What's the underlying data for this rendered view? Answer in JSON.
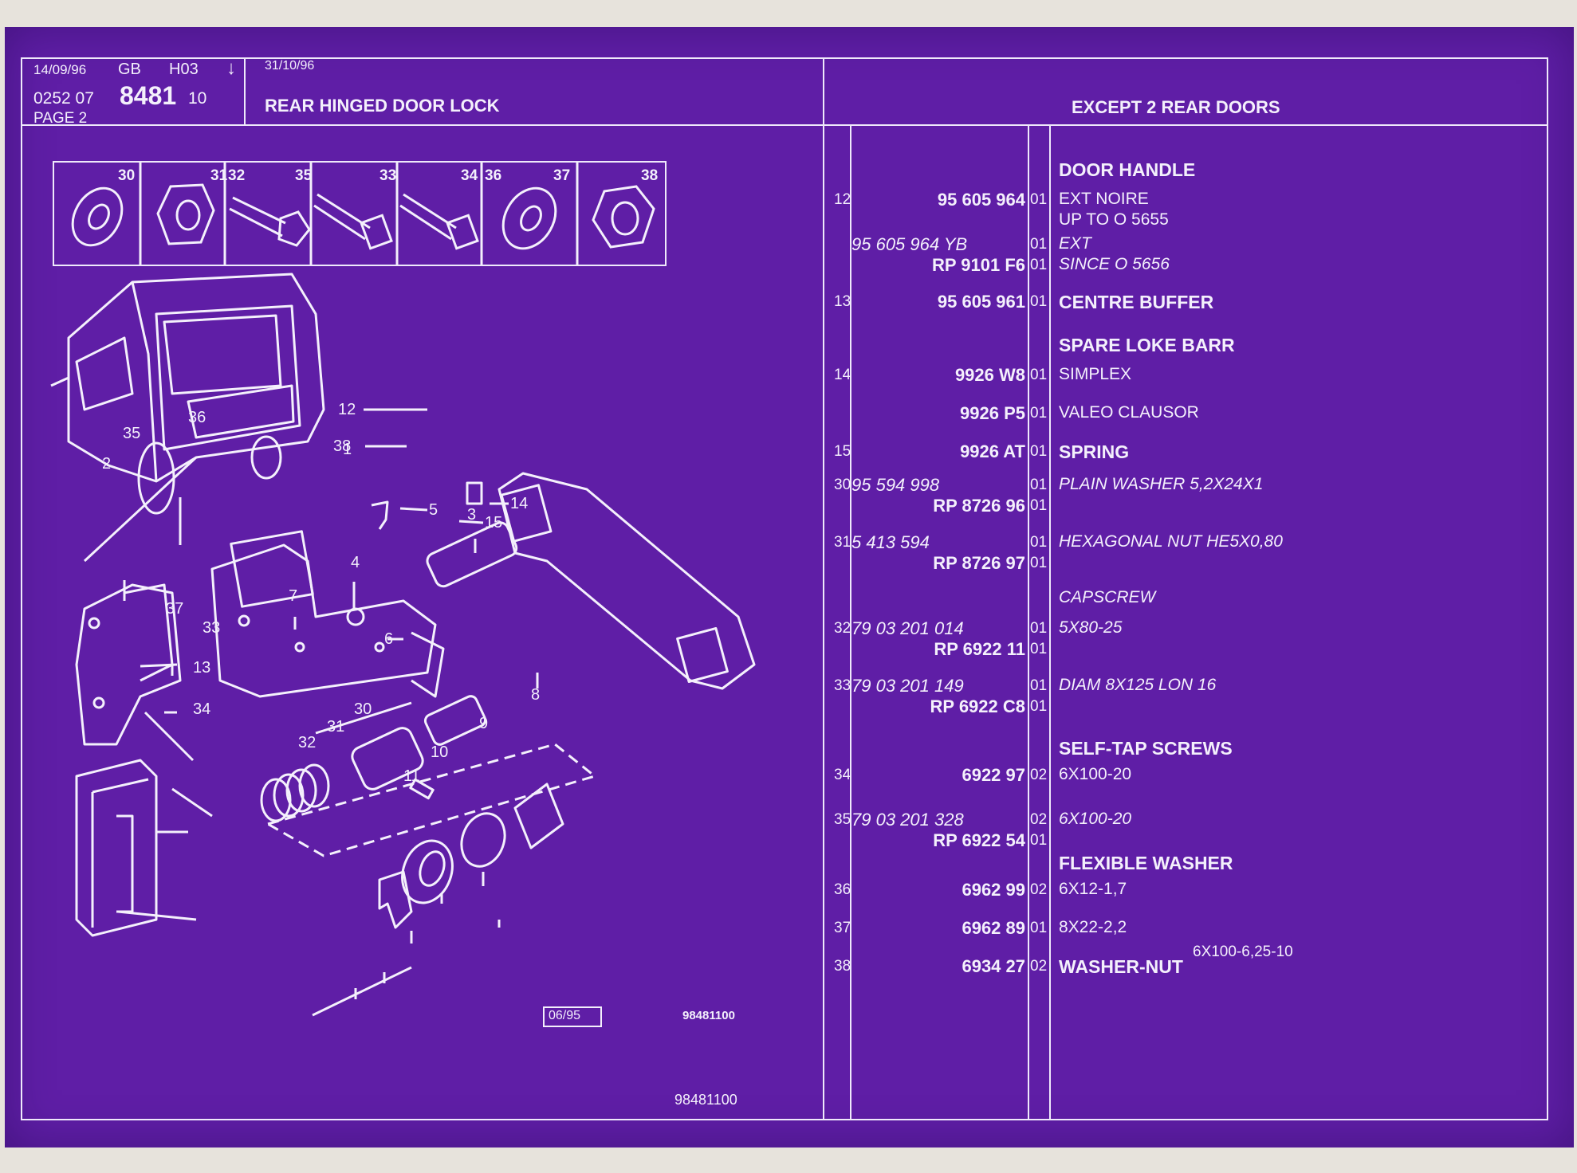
{
  "header": {
    "date": "14/09/96",
    "lang": "GB",
    "code": "H03",
    "arrow": "↓",
    "doc_prefix": "0252  07",
    "doc_number": "8481",
    "doc_suffix": "10",
    "page": "PAGE  2",
    "date2": "31/10/96",
    "title": "REAR HINGED DOOR LOCK",
    "right_title": "EXCEPT  2 REAR DOORS"
  },
  "thumbnails": [
    "30",
    "31",
    "32",
    "35",
    "33",
    "34",
    "36",
    "37",
    "38"
  ],
  "diagram": {
    "callouts": [
      "1",
      "2",
      "3",
      "4",
      "5",
      "6",
      "7",
      "8",
      "9",
      "10",
      "11",
      "12",
      "13",
      "14",
      "15",
      "30",
      "31",
      "32",
      "33",
      "34",
      "35",
      "36",
      "37",
      "38"
    ],
    "stamp": "06/95",
    "drawing_ref": "98481100",
    "footer_ref": "98481100"
  },
  "parts": [
    {
      "ref": "",
      "lines": [
        [
          "",
          "",
          "",
          "DOOR HANDLE"
        ]
      ]
    },
    {
      "ref": "12",
      "lines": [
        [
          "95 605 964",
          "b",
          "01",
          "EXT NOIRE"
        ],
        [
          "",
          "",
          "",
          "UP TO  O  5655"
        ]
      ]
    },
    {
      "ref": "",
      "lines": [
        [
          "95 605 964 YB",
          "i",
          "01",
          "EXT"
        ],
        [
          "RP  9101 F6",
          "b",
          "01",
          "SINCE  O  5656"
        ]
      ]
    },
    {
      "ref": "13",
      "lines": [
        [
          "95 605 961",
          "b",
          "01",
          "CENTRE BUFFER"
        ]
      ]
    },
    {
      "ref": "",
      "lines": [
        [
          "",
          "",
          "",
          "SPARE LOKE BARR"
        ]
      ]
    },
    {
      "ref": "14",
      "lines": [
        [
          "9926 W8",
          "b",
          "01",
          "SIMPLEX"
        ]
      ]
    },
    {
      "ref": "",
      "lines": [
        [
          "9926 P5",
          "b",
          "01",
          "VALEO CLAUSOR"
        ]
      ]
    },
    {
      "ref": "15",
      "lines": [
        [
          "9926 AT",
          "b",
          "01",
          "SPRING"
        ]
      ]
    },
    {
      "ref": "30",
      "lines": [
        [
          "95 594 998",
          "i",
          "01",
          "PLAIN WASHER 5,2X24X1"
        ],
        [
          "RP  8726 96",
          "b",
          "01",
          ""
        ]
      ]
    },
    {
      "ref": "31",
      "lines": [
        [
          "5 413 594",
          "i",
          "01",
          "HEXAGONAL NUT HE5X0,80"
        ],
        [
          "RP  8726 97",
          "b",
          "01",
          ""
        ]
      ]
    },
    {
      "ref": "",
      "lines": [
        [
          "",
          "",
          "",
          "CAPSCREW"
        ]
      ]
    },
    {
      "ref": "32",
      "lines": [
        [
          "79 03 201 014",
          "i",
          "01",
          "5X80-25"
        ],
        [
          "RP  6922 11",
          "b",
          "01",
          ""
        ]
      ]
    },
    {
      "ref": "33",
      "lines": [
        [
          "79 03 201 149",
          "i",
          "01",
          "DIAM 8X125 LON 16"
        ],
        [
          "RP  6922 C8",
          "b",
          "01",
          ""
        ]
      ]
    },
    {
      "ref": "",
      "lines": [
        [
          "",
          "",
          "",
          "SELF-TAP SCREWS"
        ]
      ]
    },
    {
      "ref": "34",
      "lines": [
        [
          "6922 97",
          "b",
          "02",
          "6X100-20"
        ]
      ]
    },
    {
      "ref": "35",
      "lines": [
        [
          "79 03 201 328",
          "i",
          "02",
          "6X100-20"
        ],
        [
          "RP  6922 54",
          "b",
          "01",
          ""
        ]
      ]
    },
    {
      "ref": "",
      "lines": [
        [
          "",
          "",
          "",
          "FLEXIBLE WASHER"
        ]
      ]
    },
    {
      "ref": "36",
      "lines": [
        [
          "6962 99",
          "b",
          "02",
          "6X12-1,7"
        ]
      ]
    },
    {
      "ref": "37",
      "lines": [
        [
          "6962 89",
          "b",
          "01",
          "8X22-2,2"
        ]
      ]
    },
    {
      "ref": "38",
      "lines": [
        [
          "6934 27",
          "b",
          "02",
          "WASHER-NUT"
        ]
      ]
    }
  ],
  "washer_nut_spec": "6X100-6,25-10",
  "colors": {
    "background": "#5f1ea6",
    "ink": "#f4f0fc"
  }
}
